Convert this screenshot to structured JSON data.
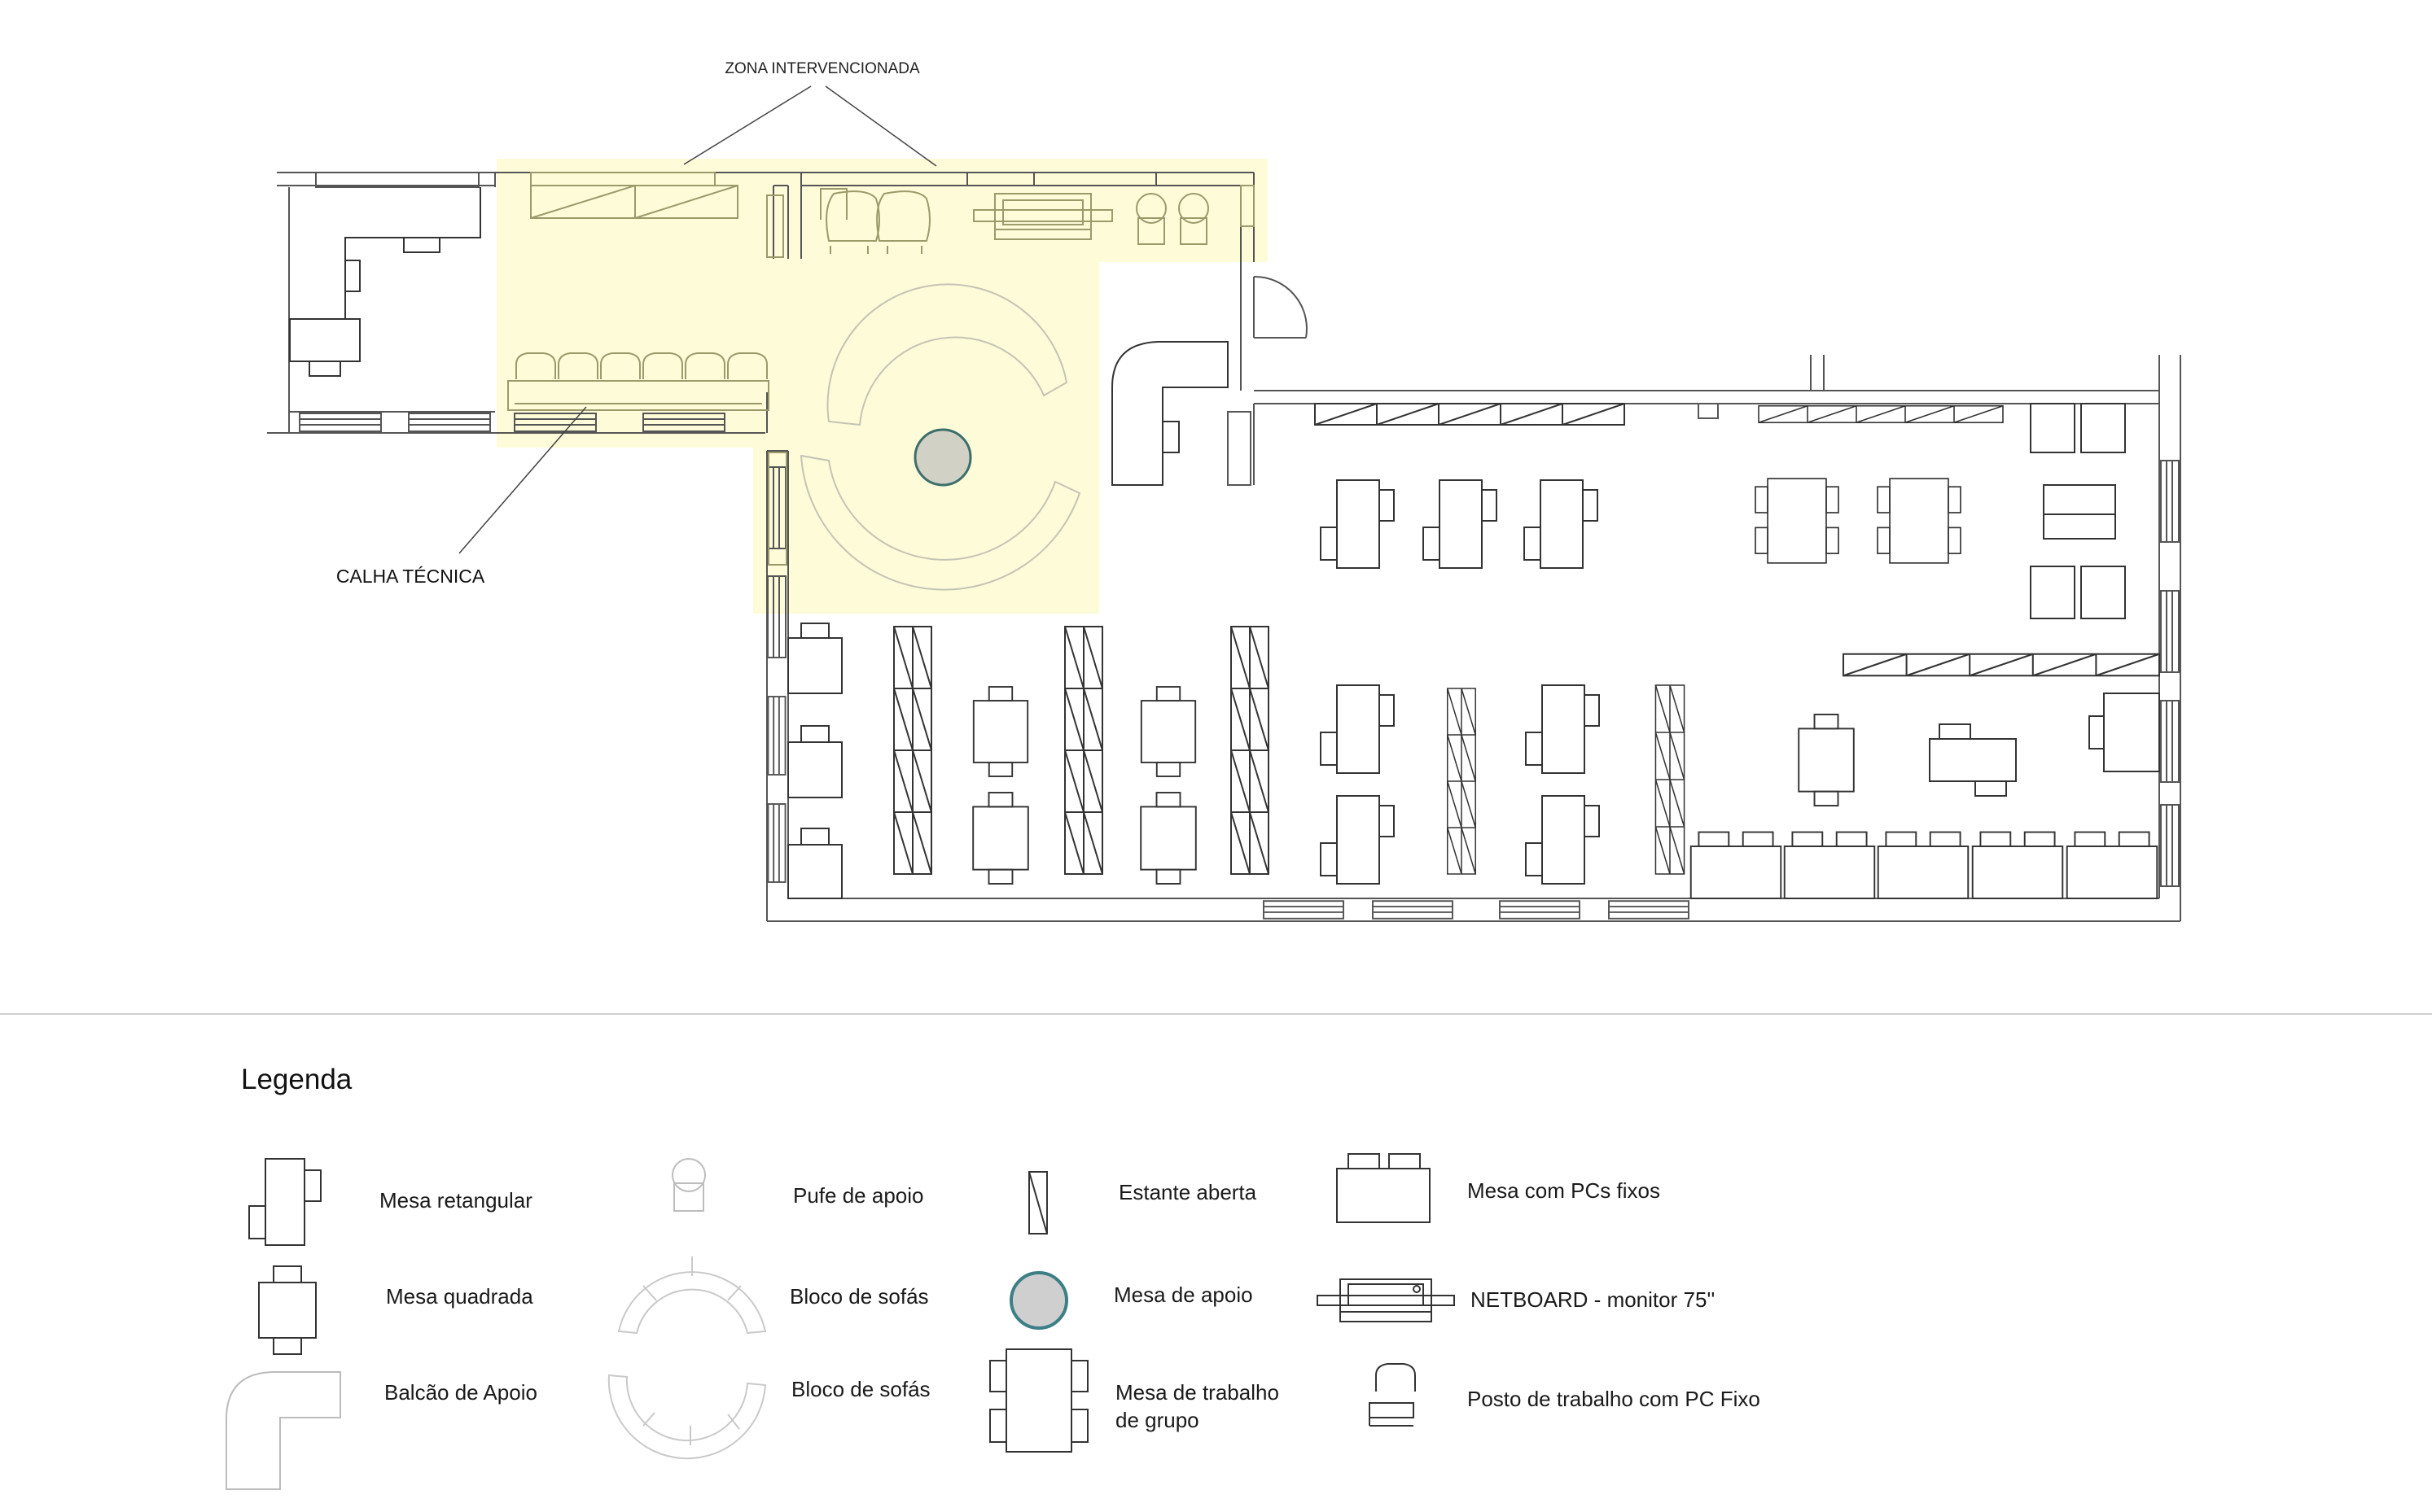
{
  "annotations": {
    "zone_label": "ZONA INTERVENCIONADA",
    "calha_label": "CALHA TÉCNICA"
  },
  "legend": {
    "title": "Legenda",
    "items": {
      "mesa_retangular": "Mesa retangular",
      "mesa_quadrada": "Mesa quadrada",
      "balcao_apoio": "Balcão de Apoio",
      "pufe_apoio": "Pufe de apoio",
      "bloco_sofas_1": "Bloco de sofás",
      "bloco_sofas_2": "Bloco de sofás",
      "estante_aberta": "Estante aberta",
      "mesa_apoio": "Mesa de apoio",
      "mesa_grupo_line1": "Mesa de trabalho",
      "mesa_grupo_line2": "de grupo",
      "mesa_pcs": "Mesa com PCs fixos",
      "netboard": "NETBOARD - monitor 75''",
      "posto_pc": "Posto de trabalho com PC Fixo"
    }
  },
  "colors": {
    "intervention_zone": "#fefbd9",
    "support_table_fill": "#cfcfcf",
    "support_table_stroke": "#3d7f86"
  }
}
